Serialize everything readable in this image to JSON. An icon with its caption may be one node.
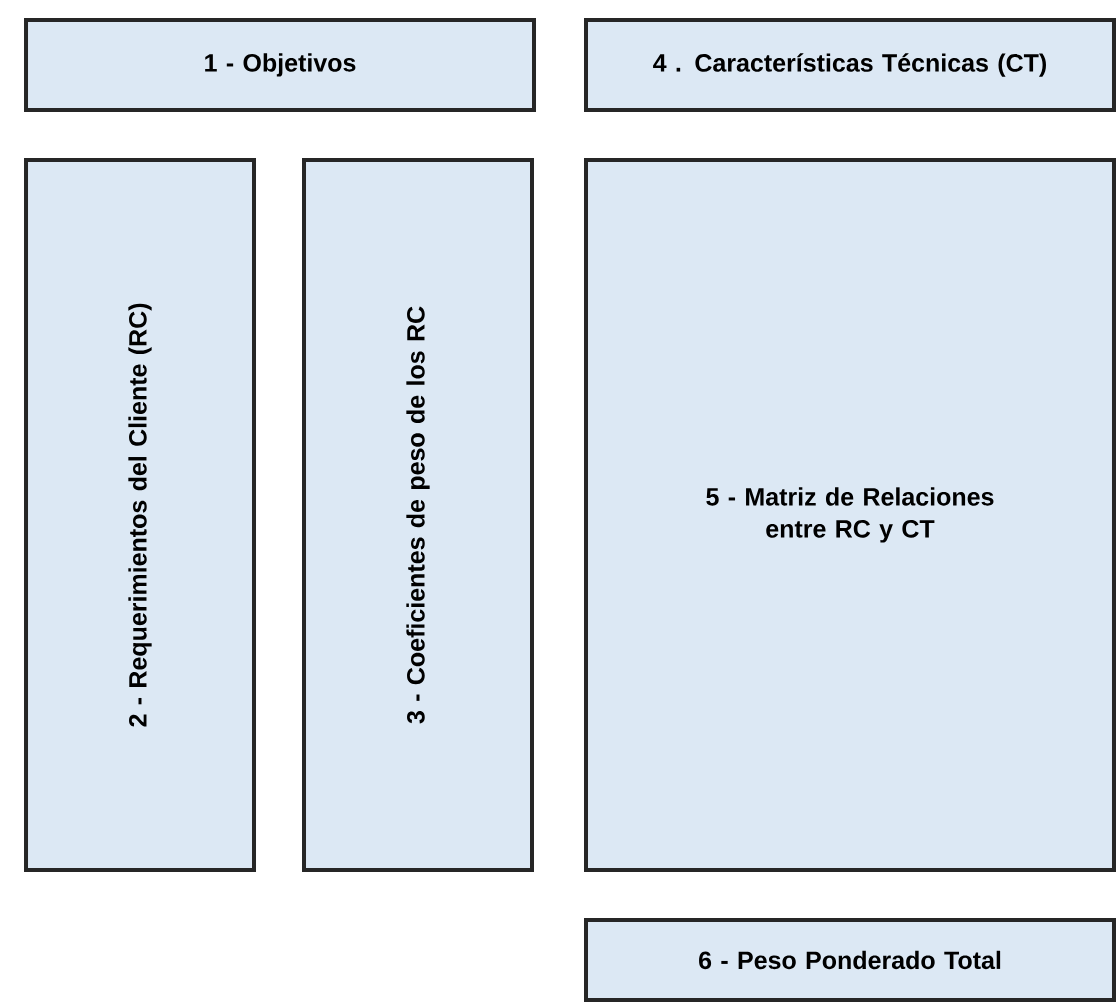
{
  "diagram": {
    "nodes": [
      {
        "text": [
          "1 - Objetivos"
        ]
      },
      {
        "text": [
          "4 . Características Técnicas (CT)"
        ]
      },
      {
        "text": [
          "2 - Requerimientos del Cliente (RC)"
        ]
      },
      {
        "text": [
          "3 - Coeficientes de peso de los RC"
        ]
      },
      {
        "text": [
          "5 - Matriz de Relaciones entre RC y CT"
        ]
      },
      {
        "text": [
          "6 - Peso Ponderado Total"
        ]
      }
    ]
  }
}
